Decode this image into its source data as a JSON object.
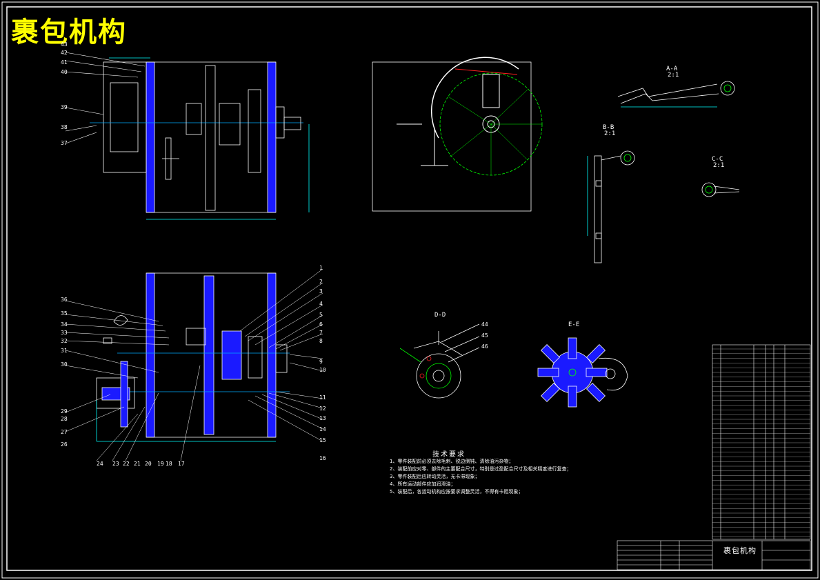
{
  "drawing": {
    "title": "裹包机构",
    "section_labels": {
      "aa": "A-A",
      "aa_scale": "2:1",
      "bb": "B-B",
      "bb_scale": "2:1",
      "cc": "C-C",
      "cc_scale": "2:1",
      "dd": "D-D",
      "ee": "E-E"
    },
    "technical_requirements": {
      "heading": "技术要求",
      "items": [
        "1、零件装配前必须去除毛刺、锐边倒钝、清除油污杂物；",
        "2、装配前应对零、部件的主要配合尺寸，特别是过盈配合尺寸及相关精度进行复查；",
        "3、零件装配后应转动灵活，无卡滞现象；",
        "4、所有运动部件应加润滑油；",
        "5、装配后，各运动机构应按要求调整灵活，不得有卡阻现象；"
      ]
    },
    "title_block": {
      "name": "裹包机构"
    },
    "callouts_left": [
      "43",
      "42",
      "41",
      "40",
      "39",
      "38",
      "37",
      "36",
      "35",
      "34",
      "33",
      "32",
      "31",
      "30",
      "29",
      "28",
      "27",
      "26"
    ],
    "callouts_right": [
      "1",
      "2",
      "3",
      "4",
      "5",
      "6",
      "7",
      "8",
      "9",
      "10",
      "11",
      "12",
      "13",
      "14",
      "15",
      "16"
    ],
    "callouts_bottom": [
      "24",
      "23",
      "22",
      "21",
      "20",
      "19",
      "18",
      "17"
    ],
    "callouts_dd": [
      "44",
      "45",
      "46"
    ]
  }
}
